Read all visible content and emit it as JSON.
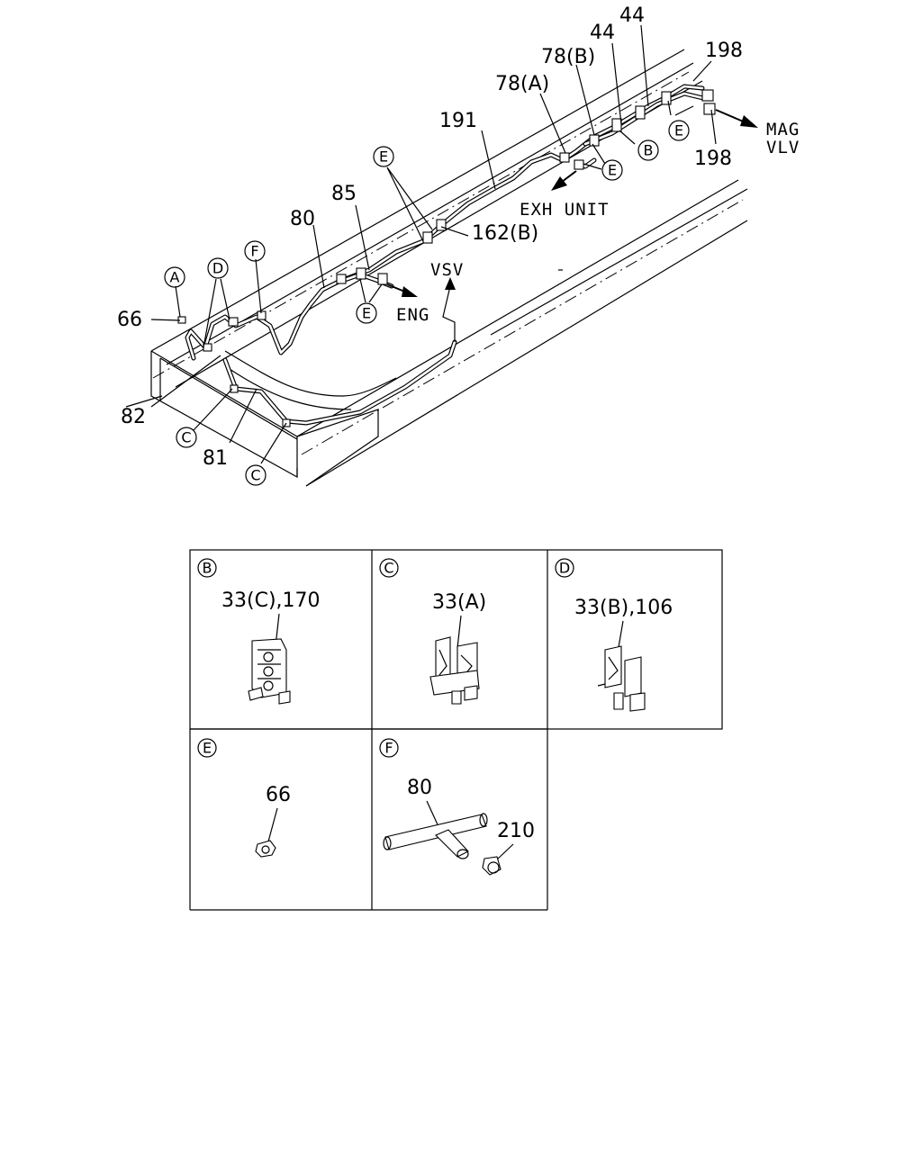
{
  "main": {
    "labels": {
      "44_top": "44",
      "44_mid": "44",
      "198_top": "198",
      "198_bottom": "198",
      "78b": "78(B)",
      "78a": "78(A)",
      "191": "191",
      "85": "85",
      "80": "80",
      "162b": "162(B)",
      "66": "66",
      "82": "82",
      "81": "81"
    },
    "destinations": {
      "mag": "MAG",
      "vlv": "VLV",
      "exh_unit": "EXH UNIT",
      "vsv": "VSV",
      "eng": "ENG"
    },
    "callouts": {
      "a": "A",
      "b": "B",
      "c_left": "C",
      "c_bottom": "C",
      "d": "D",
      "e_upper": "E",
      "e_right": "E",
      "e_exh": "E",
      "e_eng": "E",
      "f": "F"
    }
  },
  "details": {
    "b": {
      "letter": "B",
      "parts": "33(C),170"
    },
    "c": {
      "letter": "C",
      "parts": "33(A)"
    },
    "d": {
      "letter": "D",
      "parts": "33(B),106"
    },
    "e": {
      "letter": "E",
      "parts": "66"
    },
    "f": {
      "letter": "F",
      "part_80": "80",
      "part_210": "210"
    }
  }
}
